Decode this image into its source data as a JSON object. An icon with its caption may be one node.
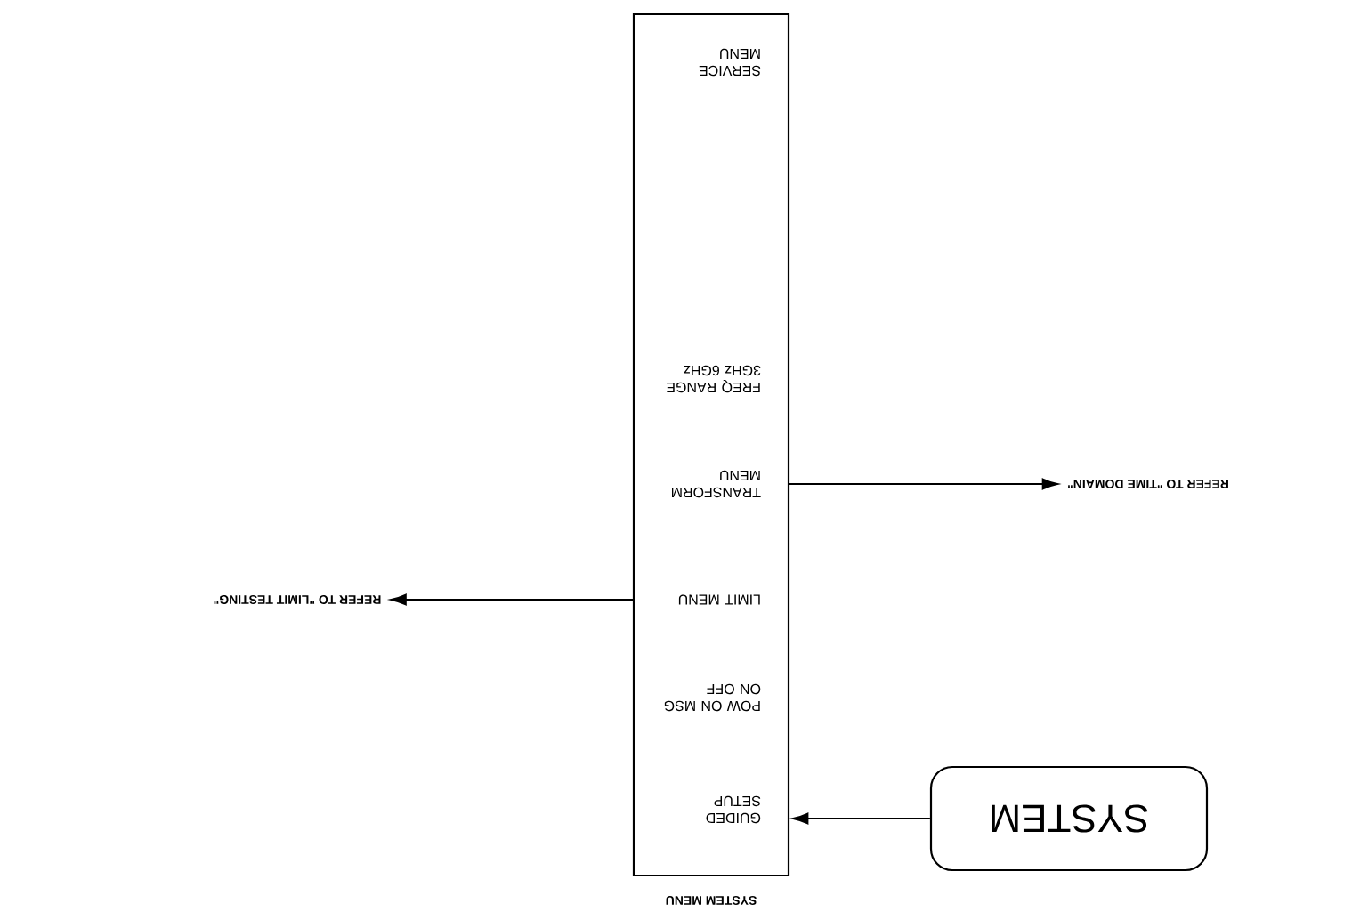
{
  "diagram": {
    "nodes": [
      {
        "text": [
          "SYSTEM MENU"
        ]
      },
      {
        "text": [
          "GUIDED SETUP"
        ],
        "in": 0
      },
      {
        "text": [
          "POW ON MSG ON OFF"
        ],
        "in": 0
      },
      {
        "text": [
          "LIMIT MENU"
        ],
        "in": 0
      },
      {
        "text": [
          "TRANSFORM MENU"
        ],
        "in": 0
      },
      {
        "text": [
          "FREQ RANGE 3GHz 6GHz"
        ],
        "in": 0
      },
      {
        "text": [
          "SERVICE MENU"
        ],
        "in": 0
      },
      {
        "text": [
          "SYSTEM"
        ]
      },
      {
        "text": [
          "REFER TO \"LIMIT TESTING\""
        ]
      },
      {
        "text": [
          "REFER TO \"TIME DOMAIN\""
        ]
      }
    ],
    "edges": [
      {
        "from": 7,
        "to": 1,
        "arrow": "to"
      },
      {
        "from": 3,
        "to": 8,
        "arrow": "to"
      },
      {
        "from": 4,
        "to": 9,
        "arrow": "to"
      }
    ]
  }
}
